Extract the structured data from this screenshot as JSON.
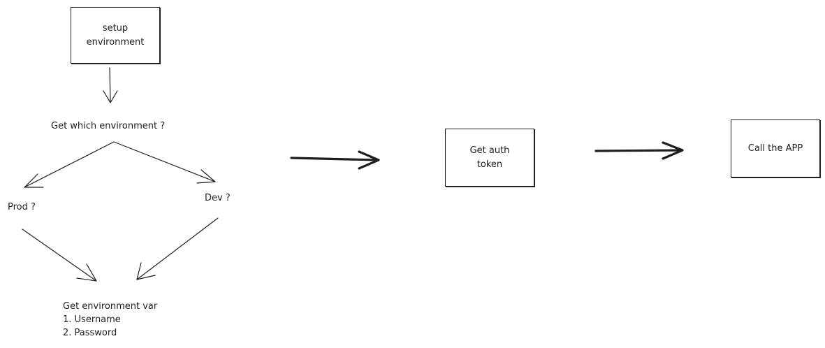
{
  "diagram": {
    "stroke_color": "#1e1e1e",
    "background_color": "#ffffff",
    "nodes": {
      "setup_environment": "setup\nenvironment",
      "get_which_environment": "Get which environment ?",
      "prod": "Prod ?",
      "dev": "Dev ?",
      "get_env_var": {
        "title": "Get environment var",
        "item_1": "1. Username",
        "item_2": "2. Password"
      },
      "get_auth_token": "Get auth\ntoken",
      "call_the_app": "Call the APP"
    }
  }
}
